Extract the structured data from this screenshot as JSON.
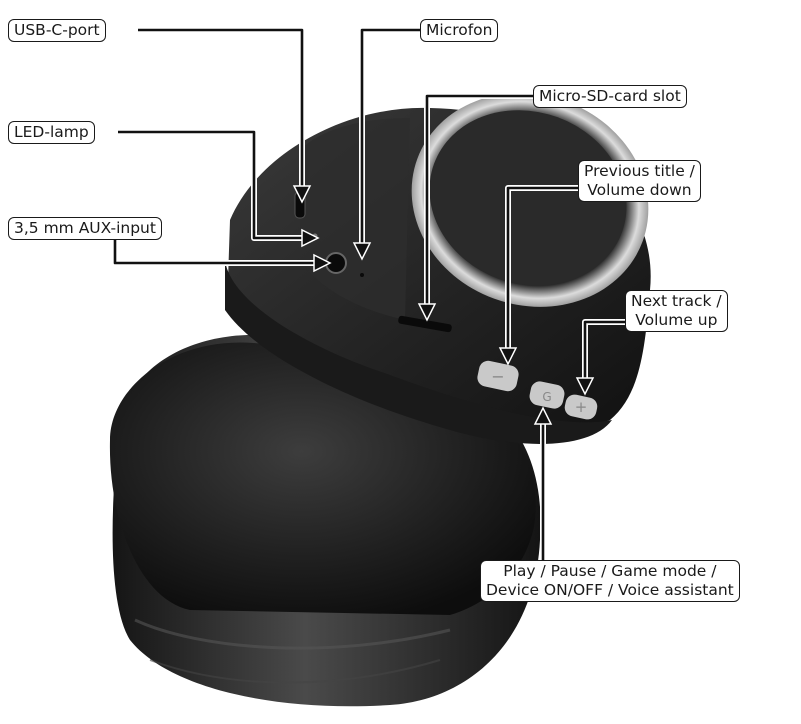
{
  "labels": {
    "usb_c": "USB-C-port",
    "microfon": "Microfon",
    "micro_sd": "Micro-SD-card slot",
    "led": "LED-lamp",
    "aux": "3,5 mm AUX-input",
    "prev": [
      "Previous title /",
      "Volume down"
    ],
    "next": [
      "Next track /",
      "Volume up"
    ],
    "play": [
      "Play / Pause / Game mode /",
      "Device ON/OFF / Voice assistant"
    ]
  },
  "buttons": {
    "minus": "−",
    "mode": "G",
    "plus": "+"
  },
  "colors": {
    "ear_cup": "#2b2b2b",
    "cushion": "#1c1c1c",
    "ring": "#cfcfcf",
    "button": "#c9c9c9",
    "arrow": "#111111"
  }
}
